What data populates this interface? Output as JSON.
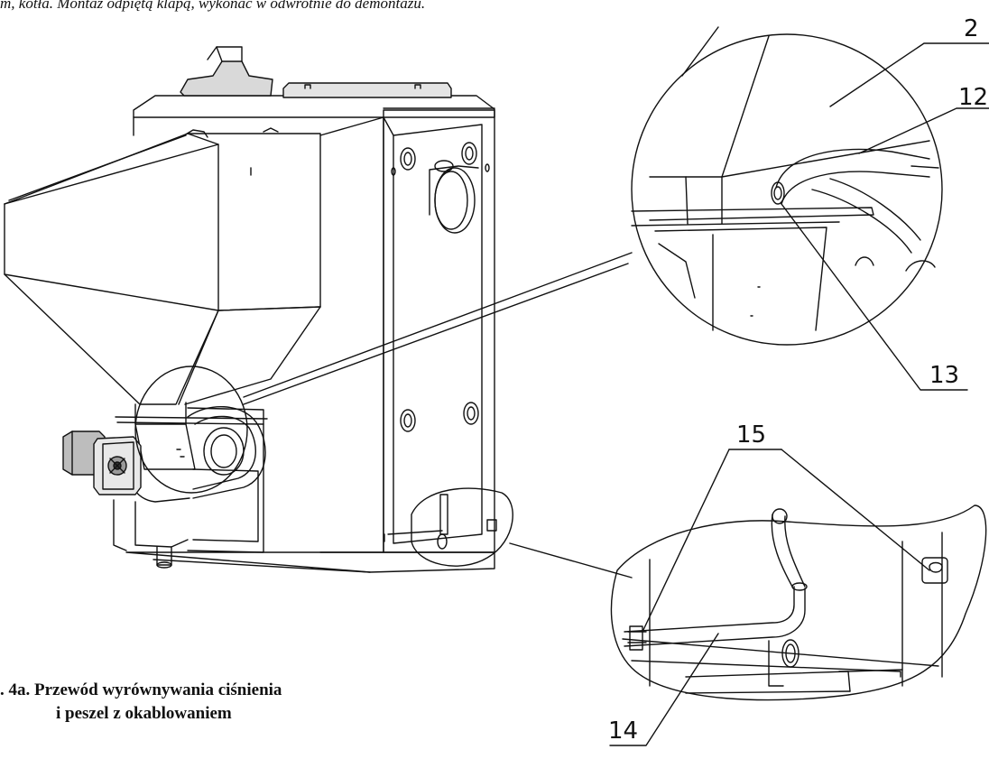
{
  "header_text": "m, kotła. Montaż odpiętą klapą, wykonać w odwrotnie do demontażu.",
  "caption": {
    "line1": ". 4a. Przewód wyrównywania ciśnienia",
    "line2": "i peszel z okablowaniem"
  },
  "callouts": {
    "c2": "2",
    "c12": "12",
    "c13": "13",
    "c14": "14",
    "c15": "15"
  }
}
